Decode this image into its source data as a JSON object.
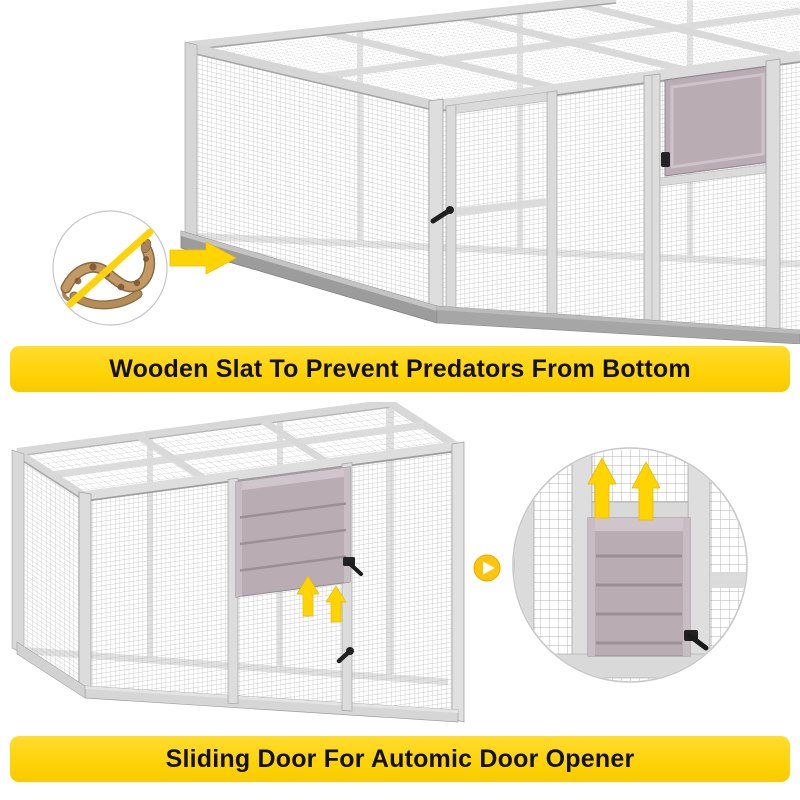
{
  "top_panel": {
    "caption": "Wooden Slat To Prevent Predators From Bottom",
    "icons": {
      "badge": "no-snake-icon",
      "arrow": "right-arrow-icon"
    }
  },
  "bottom_panel": {
    "caption": "Sliding Door For Automic Door Opener",
    "icons": {
      "up_arrows": "up-arrow-icon",
      "pointer": "play-right-icon",
      "zoom": "sliding-door-zoom-inset"
    }
  },
  "colors": {
    "banner_yellow": "#FFD40A",
    "arrow_yellow": "#FFD400",
    "frame_gray": "#DCDCDC",
    "mesh_gray": "#B7B7B7",
    "slat_gray": "#9C9C9C",
    "door_panel_mauve": "#B9ACB3",
    "hardware_black": "#202020",
    "text_black": "#111111",
    "background": "#FFFFFF"
  }
}
